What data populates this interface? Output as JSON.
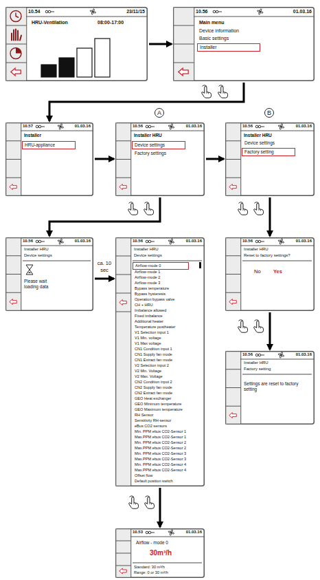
{
  "diagram": {
    "nodes": [
      {
        "text": [
          "10.54",
          "23/11/15",
          "HRU-Ventilation",
          "08:00-17:00"
        ]
      },
      {
        "text": [
          "10.56",
          "01.03.16",
          "Main menu",
          "Device information",
          "Basic settings"
        ]
      },
      {
        "text": [
          "Installer"
        ],
        "in": 1
      },
      {
        "text": [
          "10.57",
          "01.03.16",
          "Installer"
        ]
      },
      {
        "text": [
          "HRU-appliance"
        ],
        "in": 3
      },
      {
        "text": [
          "A"
        ]
      },
      {
        "text": [
          "10.56",
          "01.03.16",
          "Installer HRU",
          "Factory settings"
        ]
      },
      {
        "text": [
          "Device settings"
        ],
        "in": 6
      },
      {
        "text": [
          "B"
        ]
      },
      {
        "text": [
          "10.56",
          "01.03.16",
          "Installer HRU",
          "Device settings"
        ]
      },
      {
        "text": [
          "Factory setting"
        ],
        "in": 9
      },
      {
        "text": [
          "10.56",
          "01.03.16",
          "Installer HRU",
          "Device settings",
          "Please wait loading data"
        ]
      },
      {
        "text": [
          "10.56",
          "01.03.16",
          "Installer HRU",
          "Device settings",
          "Airflow-mode 1",
          "Airflow-mode 2",
          "Airflow-mode 3",
          "Bypass temperature",
          "Bypass hysteresis",
          "Operation bypass valve",
          "CH + HRU",
          "Imbalance allowed",
          "Fixed imbalance",
          "Additional heater",
          "Temperature postheater",
          "V1 Selection input 1",
          "V1 Min. voltage",
          "V1 Max voltage",
          "CN1 Condition input 1",
          "CN1 Supply fan mode",
          "CN1 Extract fan mode",
          "V2 Selection input 2",
          "V2 Min. Voltage",
          "V2 Max. Voltage",
          "CN2 Condition input 2",
          "CN2 Supply fan mode",
          "CN2 Extract fan mode",
          "GEO Heat exchanger",
          "GEO Minimum temperature",
          "GEO Maximum temperature",
          "RH Sensor",
          "Sensitivity RH-sensor",
          "eBus CO2 sensors",
          "Min. PPM ebus CO2-Sensor 1",
          "Max.PPM ebus CO2-Sensor 1",
          "Min. PPM ebus CO2-Sensor 2",
          "Max.PPM ebus CO2-Sensor 2",
          "Min. PPM ebus CO2-Sensor 3",
          "Max.PPM ebus CO2-Sensor 3",
          "Min. PPM ebus CO2-Sensor 4",
          "Max.PPM ebus CO2-Sensor 4",
          "Offset flow",
          "Default position switch"
        ]
      },
      {
        "text": [
          "Airflow-mode 0"
        ],
        "in": 12
      },
      {
        "text": [
          "10.56",
          "01.03.16",
          "Installer HRU",
          "Reset to factory settings?",
          "No",
          "Yes"
        ]
      },
      {
        "text": [
          "10.56",
          "01.03.16",
          "Installer HRU",
          "Factory setting",
          "Settings are reset to factory setting"
        ]
      },
      {
        "text": [
          "10.53",
          "01.03.16",
          "Airflow - mode 0",
          "30m³/h",
          "Standard: 30 m³/h",
          "Range: 0 or 30 m³/h"
        ]
      }
    ],
    "edges": [
      {
        "from": 0,
        "to": 1,
        "arrow": "to"
      },
      {
        "from": 1,
        "to": 3,
        "arrow": "to"
      },
      {
        "from": 3,
        "to": 6,
        "arrow": "to"
      },
      {
        "from": 6,
        "to": 9,
        "arrow": "to"
      },
      {
        "from": 6,
        "to": 11,
        "arrow": "to"
      },
      {
        "from": 11,
        "to": 12,
        "label": "ca. 10 sec",
        "arrow": "to"
      },
      {
        "from": 9,
        "to": 14,
        "arrow": "to"
      },
      {
        "from": 14,
        "to": 15,
        "arrow": "to"
      },
      {
        "from": 12,
        "to": 16,
        "arrow": "to"
      }
    ]
  }
}
